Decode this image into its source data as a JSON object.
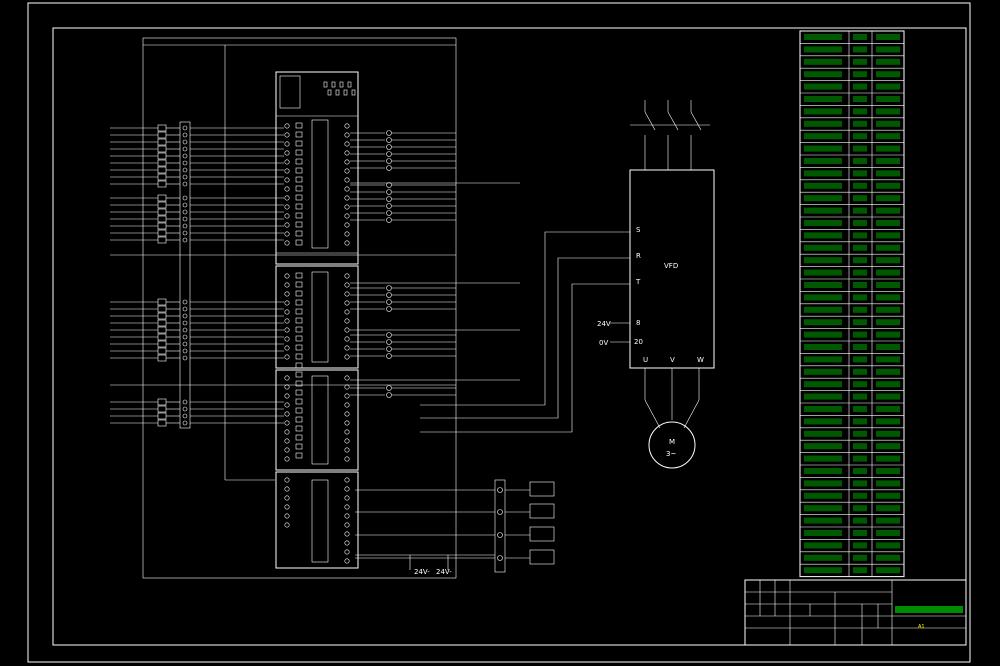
{
  "drawing": {
    "supply_label": "24V-",
    "supply_label_2": "24V-",
    "motor_label": "M",
    "motor_sub": "3~",
    "vfd_label": "VFD",
    "vfd_terminals_left": [
      "S",
      "R",
      "T",
      "8",
      "20"
    ],
    "vfd_terminals_bottom": [
      "U",
      "V",
      "W"
    ],
    "vfd_input_labels": [
      "24V",
      "0V"
    ],
    "output_boxes": [
      "",
      "",
      "",
      ""
    ],
    "title_block_code": "A1"
  },
  "colors": {
    "line": "#ffffff",
    "table_text": "#00ff00",
    "title_text": "#ffff00",
    "background": "#000000"
  }
}
